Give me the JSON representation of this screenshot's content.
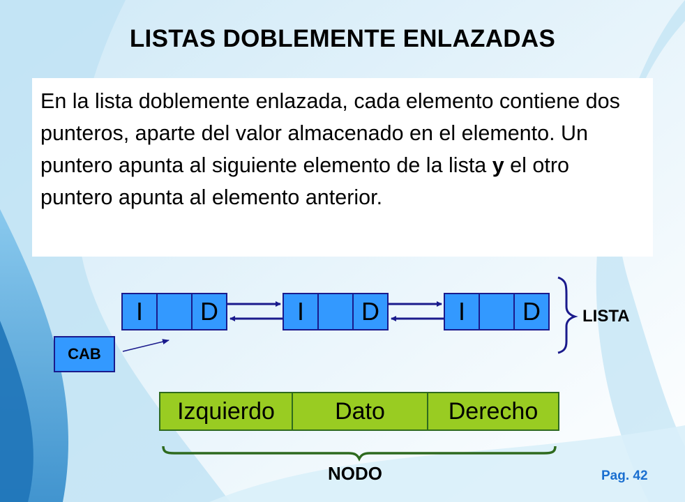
{
  "slide": {
    "title": "LISTAS DOBLEMENTE ENLAZADAS",
    "paragraph_parts": [
      "En la lista doblemente enlazada, cada elemento contiene dos punteros, aparte del valor almacenado en el elemento. Un puntero apunta al siguiente elemento de la lista ",
      "y",
      " el otro puntero apunta al elemento anterior."
    ],
    "page_number": "Pag. 42"
  },
  "list_diagram": {
    "nodes": [
      {
        "left": "I",
        "right": "D"
      },
      {
        "left": "I",
        "right": "D"
      },
      {
        "left": "I",
        "right": "D"
      }
    ],
    "head_label": "CAB",
    "list_label": "LISTA",
    "node_color": "#3399ff",
    "border_color": "#1a1a8c"
  },
  "node_structure": {
    "fields": [
      "Izquierdo",
      "Dato",
      "Derecho"
    ],
    "label": "NODO",
    "fill_color": "#99cc22",
    "brace_color": "#2e6a1e"
  }
}
